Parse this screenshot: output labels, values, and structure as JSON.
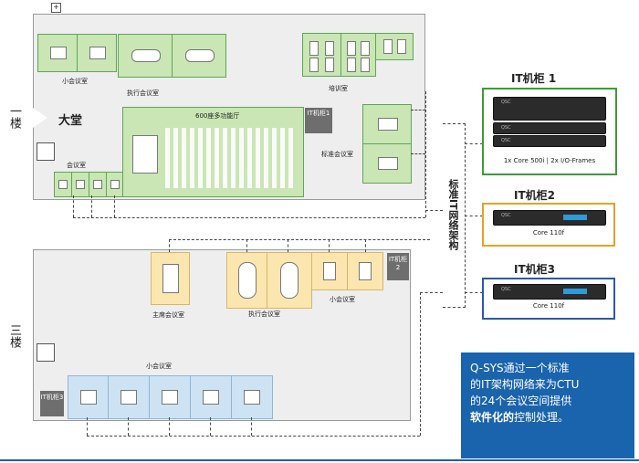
{
  "floor1": {
    "name": "一楼",
    "lobby": "大堂",
    "rooms": {
      "small_meeting": "小会议室",
      "executive": "执行会议室",
      "training": "培训室",
      "hall": "600座多功能厅",
      "standard": "标准会议室",
      "meeting": "会议室"
    },
    "cabinet": "IT机柜1"
  },
  "floor3": {
    "name": "三楼",
    "rooms": {
      "chairman": "主席会议室",
      "executive": "执行会议室",
      "small_right": "小会议室",
      "small_bottom": "小会议室"
    },
    "cabinet_2": "IT机柜2",
    "cabinet_3": "IT机柜3"
  },
  "network_label": "标准IT网络架构",
  "racks": [
    {
      "title": "IT机柜 1",
      "caption": "1x Core 500i  |  2x I/O-Frames",
      "border": "#3e9a3a"
    },
    {
      "title": "IT机柜2",
      "caption": "Core 110f",
      "border": "#e0a427"
    },
    {
      "title": "IT机柜3",
      "caption": "Core 110f",
      "border": "#2a5aa8"
    }
  ],
  "device_logo": "QSC",
  "info_box": {
    "line1": "Q-SYS通过一个标准",
    "line2": "的IT架构网络来为CTU",
    "line3": "的24个会议空间提供",
    "line4_bold": "软件化的",
    "line4_rest": "控制处理。"
  }
}
